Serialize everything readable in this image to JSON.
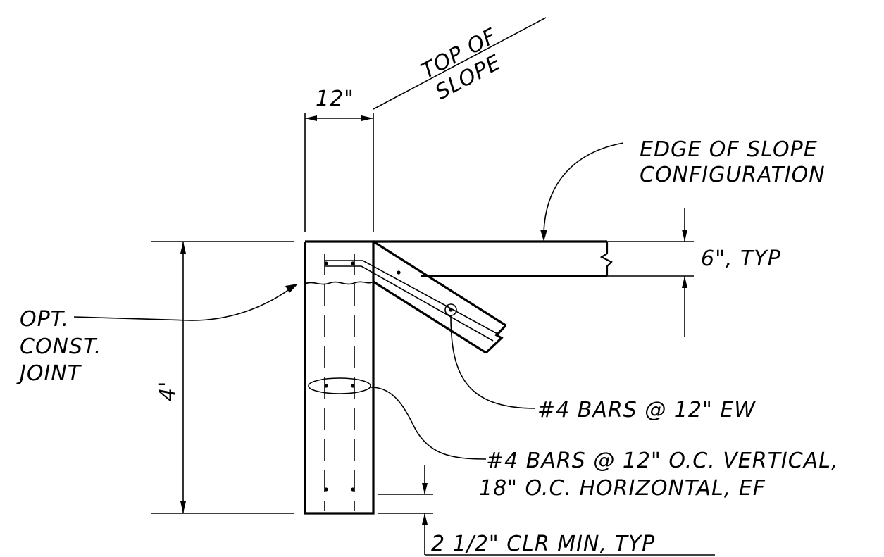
{
  "labels": {
    "top_of_slope_1": "TOP OF",
    "top_of_slope_2": "SLOPE",
    "dim_12": "12\"",
    "edge_1": "EDGE OF SLOPE",
    "edge_2": "CONFIGURATION",
    "dim_6": "6\", TYP",
    "opt_1": "OPT.",
    "opt_2": "CONST.",
    "opt_3": "JOINT",
    "dim_4": "4'",
    "bars_ew": "#4 BARS @ 12\" EW",
    "bars_vert_1": "#4 BARS @ 12\" O.C. VERTICAL,",
    "bars_vert_2": "18\" O.C. HORIZONTAL, EF",
    "clr": "2 1/2\" CLR MIN, TYP"
  }
}
